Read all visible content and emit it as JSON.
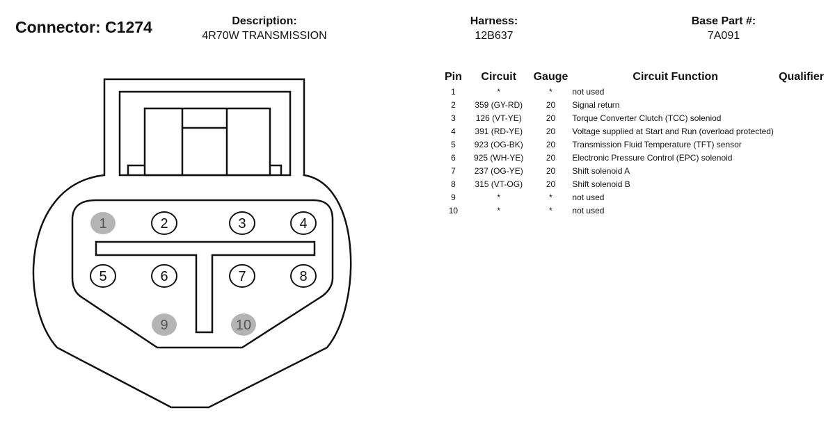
{
  "header": {
    "connector": "Connector: C1274",
    "description_label": "Description:",
    "description_value": "4R70W TRANSMISSION",
    "harness_label": "Harness:",
    "harness_value": "12B637",
    "base_part_label": "Base Part #:",
    "base_part_value": "7A091"
  },
  "table": {
    "headers": {
      "pin": "Pin",
      "circuit": "Circuit",
      "gauge": "Gauge",
      "function": "Circuit Function",
      "qualifier": "Qualifier"
    },
    "rows": [
      {
        "pin": "1",
        "circuit": "*",
        "gauge": "*",
        "function": "not used",
        "qualifier": ""
      },
      {
        "pin": "2",
        "circuit": "359 (GY-RD)",
        "gauge": "20",
        "function": "Signal return",
        "qualifier": ""
      },
      {
        "pin": "3",
        "circuit": "126 (VT-YE)",
        "gauge": "20",
        "function": "Torque Converter Clutch (TCC) soleniod",
        "qualifier": ""
      },
      {
        "pin": "4",
        "circuit": "391 (RD-YE)",
        "gauge": "20",
        "function": "Voltage supplied at Start and Run (overload protected)",
        "qualifier": ""
      },
      {
        "pin": "5",
        "circuit": "923 (OG-BK)",
        "gauge": "20",
        "function": "Transmission Fluid Temperature (TFT) sensor",
        "qualifier": ""
      },
      {
        "pin": "6",
        "circuit": "925 (WH-YE)",
        "gauge": "20",
        "function": "Electronic Pressure Control (EPC) solenoid",
        "qualifier": ""
      },
      {
        "pin": "7",
        "circuit": "237 (OG-YE)",
        "gauge": "20",
        "function": "Shift solenoid A",
        "qualifier": ""
      },
      {
        "pin": "8",
        "circuit": "315 (VT-OG)",
        "gauge": "20",
        "function": "Shift solenoid B",
        "qualifier": ""
      },
      {
        "pin": "9",
        "circuit": "*",
        "gauge": "*",
        "function": "not used",
        "qualifier": ""
      },
      {
        "pin": "10",
        "circuit": "*",
        "gauge": "*",
        "function": "not used",
        "qualifier": ""
      }
    ]
  },
  "diagram": {
    "pins": [
      {
        "label": "1",
        "unused": true
      },
      {
        "label": "2",
        "unused": false
      },
      {
        "label": "3",
        "unused": false
      },
      {
        "label": "4",
        "unused": false
      },
      {
        "label": "5",
        "unused": false
      },
      {
        "label": "6",
        "unused": false
      },
      {
        "label": "7",
        "unused": false
      },
      {
        "label": "8",
        "unused": false
      },
      {
        "label": "9",
        "unused": true
      },
      {
        "label": "10",
        "unused": true
      }
    ],
    "colors": {
      "unused_fill": "#b4b4b4",
      "unused_text": "#555555",
      "stroke": "#111111"
    }
  }
}
